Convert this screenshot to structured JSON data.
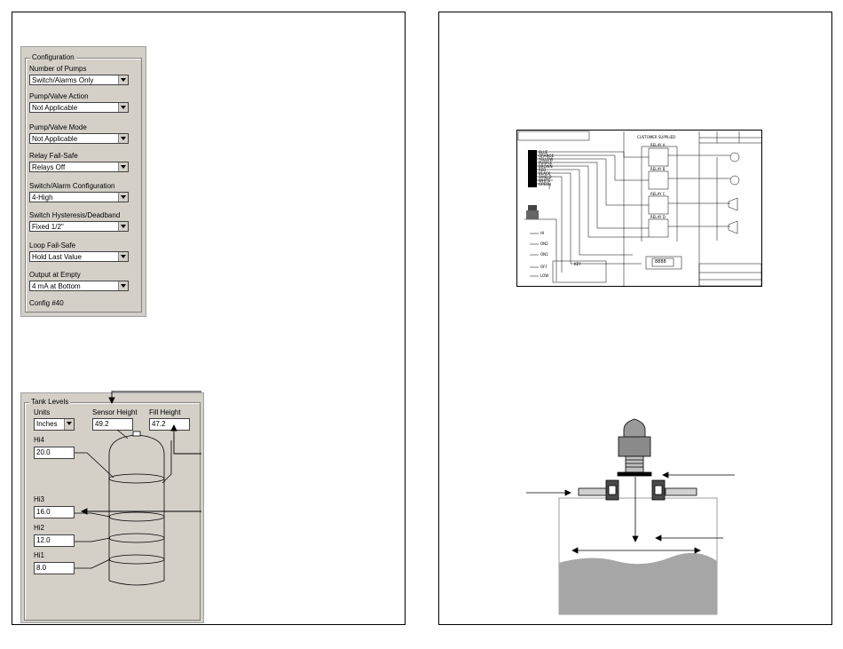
{
  "config": {
    "group_title": "Configuration",
    "fields": [
      {
        "label": "Number of Pumps",
        "value": "Switch/Alarms Only"
      },
      {
        "label": "Pump/Valve Action",
        "value": "Not Applicable"
      },
      {
        "label": "Pump/Valve Mode",
        "value": "Not Applicable"
      },
      {
        "label": "Relay Fail-Safe",
        "value": "Relays Off"
      },
      {
        "label": "Switch/Alarm Configuration",
        "value": "4-High"
      },
      {
        "label": "Switch Hysteresis/Deadband",
        "value": "Fixed 1/2\""
      },
      {
        "label": "Loop Fail-Safe",
        "value": "Hold Last Value"
      },
      {
        "label": "Output at Empty",
        "value": "4 mA at Bottom"
      }
    ],
    "config_number": "Config #40"
  },
  "tank": {
    "group_title": "Tank Levels",
    "units_label": "Units",
    "units_value": "Inches",
    "sensor_height_label": "Sensor Height",
    "sensor_height_value": "49.2",
    "fill_height_label": "Fill Height",
    "fill_height_value": "47.2",
    "levels": [
      {
        "label": "Hi4",
        "value": "20.0"
      },
      {
        "label": "Hi3",
        "value": "16.0"
      },
      {
        "label": "Hi2",
        "value": "12.0"
      },
      {
        "label": "Hi1",
        "value": "8.0"
      }
    ]
  },
  "wiring": {
    "customer_supplied": "CUSTOMER SUPPLIED",
    "wire_colors": [
      "BLUE",
      "ORANGE",
      "YELLOW",
      "PURPLE",
      "BROWN",
      "RED",
      "BLACK",
      "SHIELD",
      "WHITE",
      "GREEN"
    ],
    "relays": [
      "RELAY A",
      "RELAY B",
      "RELAY C",
      "RELAY D"
    ],
    "level_marks": [
      "HI",
      "ON2",
      "ON1",
      "OFF",
      "LOW"
    ],
    "key_title": "KEY",
    "display_value": "8888"
  }
}
